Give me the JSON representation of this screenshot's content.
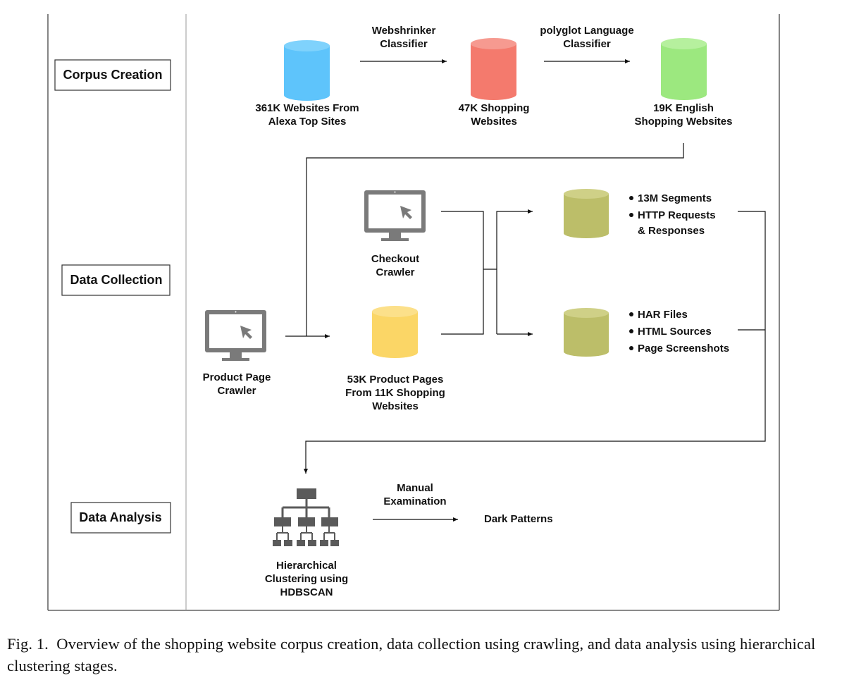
{
  "stages": {
    "corpus_creation": "Corpus Creation",
    "data_collection": "Data Collection",
    "data_analysis": "Data Analysis"
  },
  "corpus": {
    "db_alexa_label_1": "361K Websites From",
    "db_alexa_label_2": "Alexa Top Sites",
    "arrow1_label_1": "Webshrinker",
    "arrow1_label_2": "Classifier",
    "db_shopping_label_1": "47K Shopping",
    "db_shopping_label_2": "Websites",
    "arrow2_label_1": "polyglot Language",
    "arrow2_label_2": "Classifier",
    "db_english_label_1": "19K English",
    "db_english_label_2": "Shopping Websites"
  },
  "collection": {
    "checkout_crawler_1": "Checkout",
    "checkout_crawler_2": "Crawler",
    "product_crawler_1": "Product Page",
    "product_crawler_2": "Crawler",
    "product_pages_1": "53K Product Pages",
    "product_pages_2": "From 11K Shopping",
    "product_pages_3": "Websites",
    "output1": [
      "13M Segments",
      "HTTP Requests",
      "& Responses"
    ],
    "output2": [
      "HAR Files",
      "HTML Sources",
      "Page Screenshots"
    ]
  },
  "analysis": {
    "clustering_1": "Hierarchical",
    "clustering_2": "Clustering using",
    "clustering_3": "HDBSCAN",
    "arrow_label_1": "Manual",
    "arrow_label_2": "Examination",
    "result": "Dark Patterns"
  },
  "colors": {
    "alexa_db": "#5ec4fb",
    "shopping_db": "#f47a6d",
    "english_db": "#9ce87f",
    "product_db": "#fbd666",
    "output_db": "#bcbe69",
    "icon_gray": "#7a7a7a",
    "tree_gray": "#5a5a5a"
  },
  "caption": {
    "prefix": "Fig. 1.",
    "text": "Overview of the shopping website corpus creation, data collection using crawling, and data analysis using hierarchical clustering stages."
  }
}
